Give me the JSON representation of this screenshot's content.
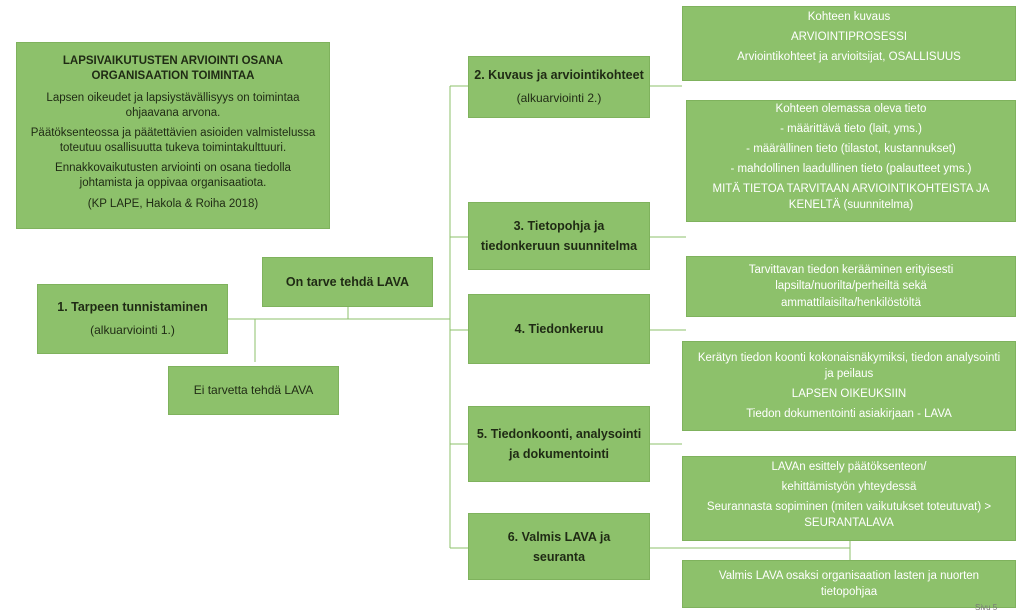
{
  "intro": {
    "title": "LAPSIVAIKUTUSTEN ARVIOINTI OSANA ORGANISAATION TOIMINTAA",
    "paragraphs": [
      "Lapsen oikeudet ja lapsiystävällisyys on toimintaa ohjaavana arvona.",
      "Päätöksenteossa ja päätettävien asioiden valmistelussa toteutuu osallisuutta tukeva toimintakulttuuri.",
      "Ennakkovaikutusten arviointi on osana tiedolla johtamista ja oppivaa organisaatiota.",
      "(KP LAPE, Hakola & Roiha 2018)"
    ]
  },
  "start": {
    "title": "1. Tarpeen tunnistaminen",
    "subtitle": "(alkuarviointi 1.)"
  },
  "yes": {
    "label": "On tarve tehdä LAVA"
  },
  "no": {
    "label": "Ei tarvetta tehdä LAVA"
  },
  "steps": [
    {
      "title": "2. Kuvaus ja arviointikohteet",
      "subtitle": "(alkuarviointi 2.)"
    },
    {
      "title": "3. Tietopohja ja tiedonkeruun suunnitelma",
      "subtitle": ""
    },
    {
      "title": "4. Tiedonkeruu",
      "subtitle": ""
    },
    {
      "title": "5. Tiedonkoonti, analysointi ja dokumentointi",
      "subtitle": ""
    },
    {
      "title": "6. Valmis LAVA  ja seuranta",
      "subtitle": ""
    }
  ],
  "details": [
    {
      "lines": [
        "Kohteen kuvaus",
        "ARVIOINTIPROSESSI",
        "Arviointikohteet ja arvioitsijat, OSALLISUUS"
      ]
    },
    {
      "lines": [
        "Kohteen olemassa oleva tieto",
        "- määrittävä tieto (lait, yms.)",
        "- määrällinen tieto (tilastot, kustannukset)",
        "- mahdollinen laadullinen tieto (palautteet yms.)",
        "MITÄ TIETOA TARVITAAN ARVIOINTIKOHTEISTA JA KENELTÄ (suunnitelma)"
      ]
    },
    {
      "lines": [
        "Tarvittavan tiedon kerääminen erityisesti lapsilta/nuorilta/perheiltä sekä ammattilaisilta/henkilöstöltä"
      ]
    },
    {
      "lines": [
        "Kerätyn tiedon koonti kokonaisnäkymiksi, tiedon analysointi ja peilaus",
        "LAPSEN OIKEUKSIIN",
        "Tiedon dokumentointi asiakirjaan - LAVA"
      ]
    },
    {
      "lines": [
        "LAVAn esittely päätöksenteon/",
        "kehittämistyön yhteydessä",
        "Seurannasta sopiminen (miten vaikutukset toteutuvat) > SEURANTALAVA"
      ]
    },
    {
      "lines": [
        "Valmis LAVA osaksi organisaation lasten ja nuorten tietopohjaa"
      ]
    }
  ],
  "footnote": "Sivu 5",
  "colors": {
    "box": "#8dc16b",
    "line": "#8dc16b"
  }
}
